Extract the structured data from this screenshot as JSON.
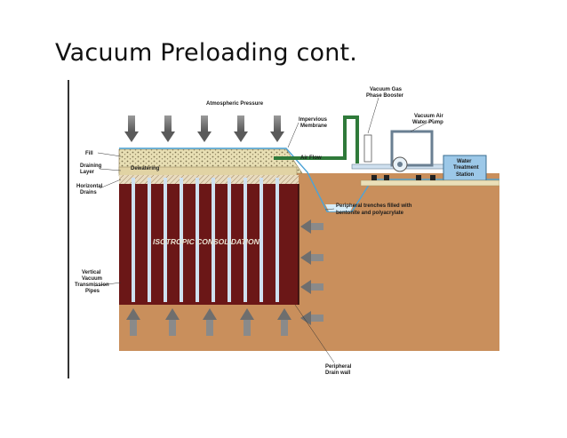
{
  "slide": {
    "title": "Vacuum Preloading cont."
  },
  "diagram": {
    "labels": {
      "atmospheric_pressure": "Atmospheric Pressure",
      "vacuum_gas_1": "Vacuum Gas",
      "vacuum_gas_2": "Phase Booster",
      "impervious_1": "Impervious",
      "impervious_2": "Membrane",
      "vacuum_air_1": "Vacuum Air",
      "vacuum_air_2": "Water Pump",
      "fill": "Fill",
      "draining_1": "Draining",
      "draining_2": "Layer",
      "dewatering": "Dewatering",
      "air_flow": "Air Flow",
      "water_treatment_1": "Water",
      "water_treatment_2": "Treatment",
      "water_treatment_3": "Station",
      "horizontal_1": "Horizontal",
      "horizontal_2": "Drains",
      "trench_1": "Peripheral trenches filled with",
      "trench_2": "bentonite and polyacrylate",
      "isotropic": "ISOTROPIC CONSOLIDATION",
      "vertical_1": "Vertical",
      "vertical_2": "Vacuum",
      "vertical_3": "Transmission",
      "vertical_4": "Pipes",
      "peripheral_1": "Peripheral",
      "peripheral_2": "Drain wall"
    },
    "colors": {
      "soil": "#c98f5c",
      "consolidation_zone": "#6b1717",
      "pipe": "#cfe0ef",
      "pipe_green": "#2f7a3a",
      "fill": "#e6dcae",
      "membrane": "#4da3d6",
      "arrow": "#7a7a7a",
      "station": "#9cc8e8",
      "slab": "#eadfb8"
    },
    "pipe_count": 10,
    "top_arrow_count": 5,
    "bottom_arrow_count": 5,
    "side_arrow_count": 4
  }
}
